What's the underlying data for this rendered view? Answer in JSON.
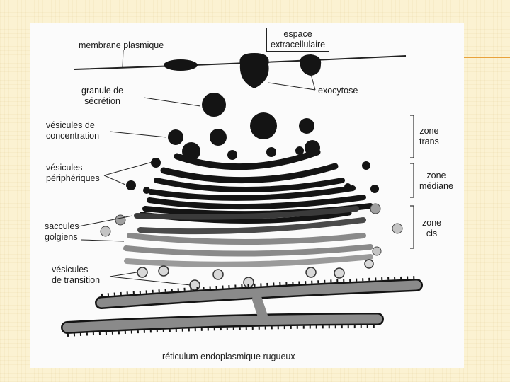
{
  "labels": {
    "membrane_plasmique": "membrane plasmique",
    "espace_extracellulaire": [
      "espace",
      "extracellulaire"
    ],
    "exocytose": "exocytose",
    "granule_de_secretion": [
      "granule de",
      "sécrétion"
    ],
    "vesicules_de_concentration": [
      "vésicules de",
      "concentration"
    ],
    "vesicules_peripheriques": [
      "vésicules",
      "périphériques"
    ],
    "saccules_golgiens": [
      "saccules",
      "golgiens"
    ],
    "vesicules_de_transition": [
      "vésicules",
      "de transition"
    ],
    "reticulum": "réticulum endoplasmique rugueux",
    "zone_trans": [
      "zone",
      "trans"
    ],
    "zone_mediane": [
      "zone",
      "médiane"
    ],
    "zone_cis": [
      "zone",
      "cis"
    ]
  },
  "colors": {
    "slide_background": "#fbf2d2",
    "accent_line": "#e9a23b",
    "figure_background": "#fbfbfb",
    "black_structures": "#141414",
    "grey_cisternae": "#8a8a8a",
    "light_vesicles": "#d8d8d8"
  }
}
